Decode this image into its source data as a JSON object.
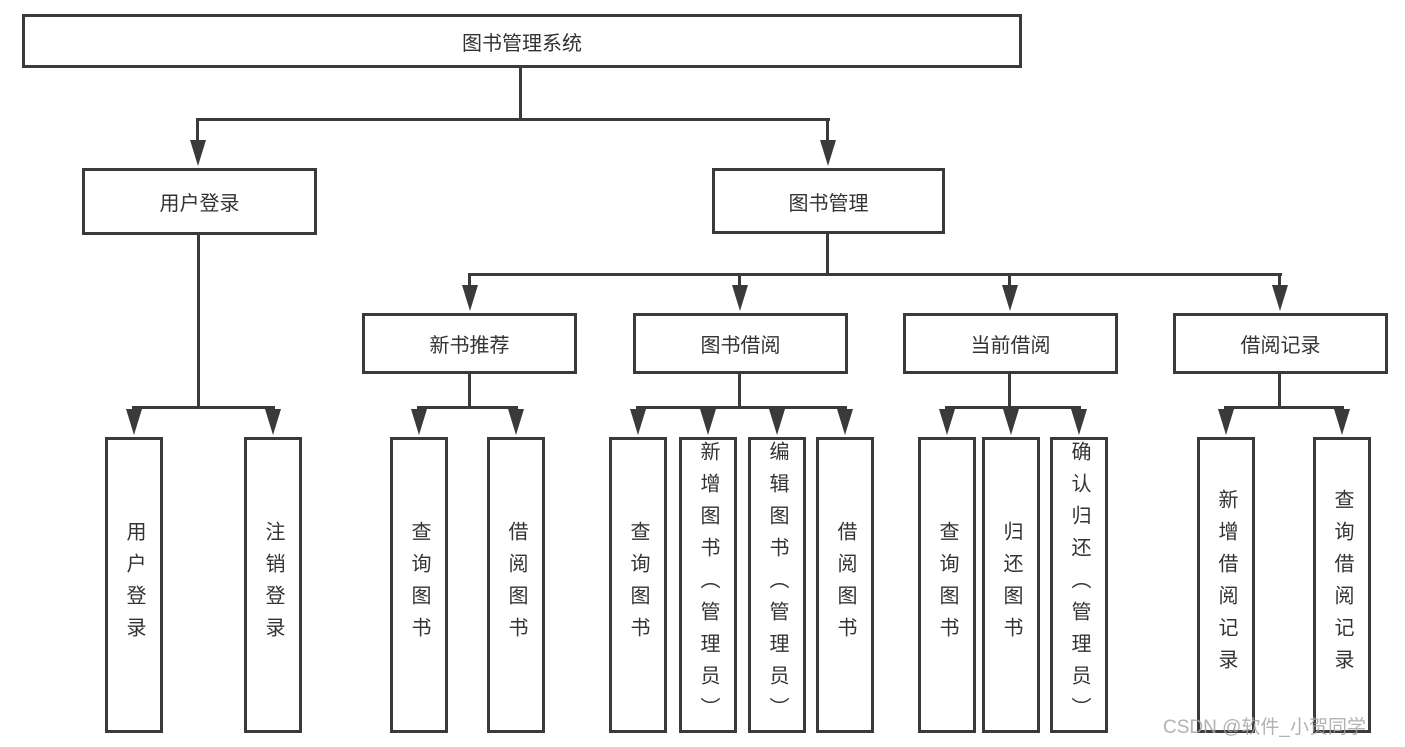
{
  "diagram": {
    "root": "图书管理系统",
    "level2": {
      "user_login": "用户登录",
      "book_management": "图书管理"
    },
    "level3": {
      "new_book": "新书推荐",
      "book_borrow": "图书借阅",
      "current_borrow": "当前借阅",
      "borrow_record": "借阅记录"
    },
    "leaves": {
      "user_login": [
        "用户登录",
        "注销登录"
      ],
      "new_book": [
        "查询图书",
        "借阅图书"
      ],
      "book_borrow": [
        "查询图书",
        "新增图书（管理员）",
        "编辑图书（管理员）",
        "借阅图书"
      ],
      "current_borrow": [
        "查询图书",
        "归还图书",
        "确认归还（管理员）"
      ],
      "borrow_record": [
        "新增借阅记录",
        "查询借阅记录"
      ]
    }
  },
  "watermark": "CSDN @软件_小贺同学",
  "colors": {
    "line": "#3a3a3a",
    "text": "#333333",
    "watermark": "#a5a5a5",
    "background": "#ffffff"
  }
}
